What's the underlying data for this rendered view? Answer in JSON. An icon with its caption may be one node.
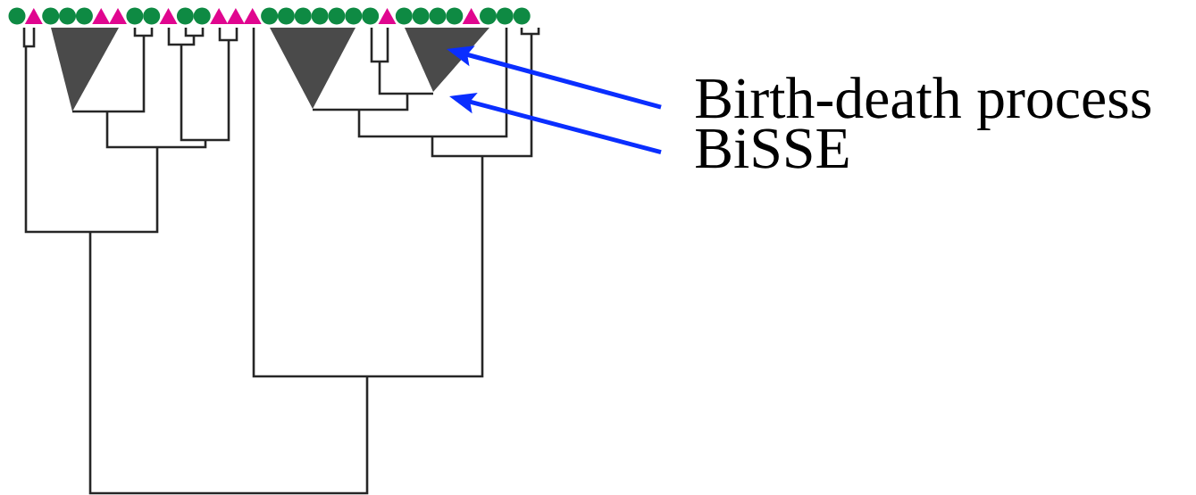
{
  "diagram": {
    "nodes": [
      {
        "text": [
          "Birth-death process"
        ]
      },
      {
        "text": [
          "BiSSE"
        ]
      }
    ],
    "edges": [
      {
        "from": 0,
        "to": null,
        "arrow": "to"
      },
      {
        "from": 1,
        "to": null,
        "arrow": "to"
      }
    ]
  }
}
